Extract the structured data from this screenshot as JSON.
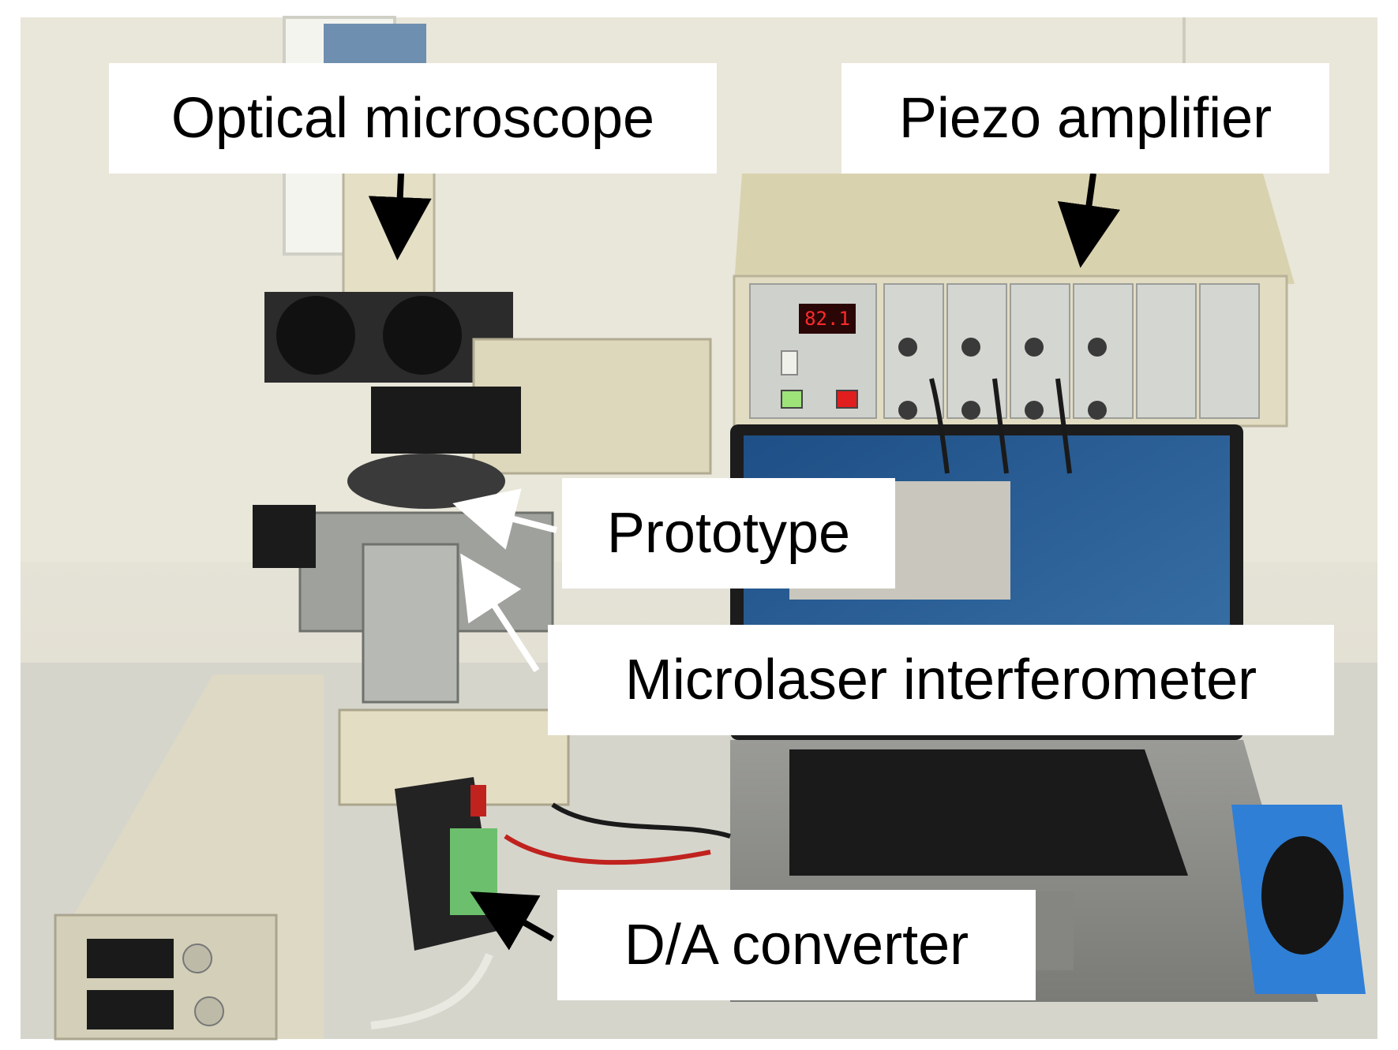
{
  "labels": {
    "optical_microscope": "Optical microscope",
    "piezo_amplifier": "Piezo amplifier",
    "prototype": "Prototype",
    "microlaser_interferometer": "Microlaser interferometer",
    "da_converter": "D/A converter"
  },
  "colors": {
    "wall": "#e6e3d6",
    "desk": "#d9d8cf",
    "equipment_beige": "#e8e3c8",
    "panel_gray": "#c9cbc8",
    "laptop_screen": "#2a5c8c",
    "laptop_body": "#8d8e8a",
    "microscope_dark": "#1f1f1f",
    "led_red": "#e01e1e",
    "mat_blue": "#2f7fd6",
    "arrow_black": "#000000",
    "arrow_white": "#ffffff"
  }
}
